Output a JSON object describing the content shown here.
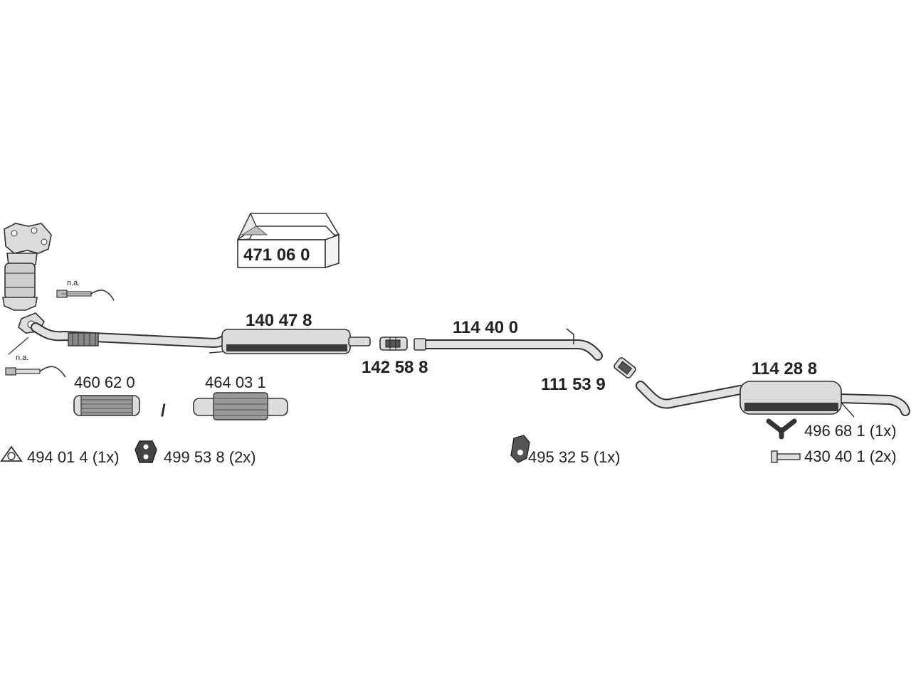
{
  "kit": {
    "number": "471 06 0"
  },
  "parts": {
    "front_muffler": "140 47 8",
    "middle_pipe": "114 40 0",
    "rear_muffler": "114 28 8",
    "clamp_1": "142 58 8",
    "clamp_2": "111 53 9",
    "flex_pipe_1": "460 62 0",
    "flex_pipe_2": "464 03 1",
    "separator": "/",
    "sensor_note_1": "n.a.",
    "sensor_note_2": "n.a."
  },
  "accessories": {
    "gasket": "494 01 4 (1x)",
    "rubber_mount": "499 53 8 (2x)",
    "hanger": "495 32 5 (1x)",
    "bracket": "496 68 1 (1x)",
    "bolt": "430 40 1 (2x)"
  },
  "icons": {
    "gasket": "triangle-gasket-icon",
    "rubber_mount": "rubber-mount-icon",
    "hanger": "hanger-clamp-icon",
    "bracket": "y-bracket-icon",
    "bolt": "bolt-icon",
    "kit": "open-box-icon"
  },
  "colors": {
    "line": "#333333",
    "fill": "#dcdcdc",
    "dark": "#3a3a3a",
    "text": "#222222"
  }
}
